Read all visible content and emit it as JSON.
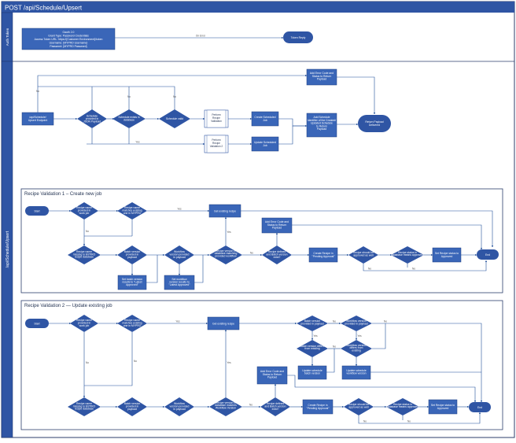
{
  "title": "POST /api/Schedule/Upsert",
  "lanes": {
    "auth": "Auth Token",
    "main": "/api/Schedule/Upsert"
  },
  "auth": {
    "request_lines": [
      "Oauth 2.0",
      "Grant Type: Password Credentials",
      "Access Token URL: https://{Customer Environment}/token",
      "Username: {MYPRO Username}",
      "Password: {MYPRO Password}"
    ],
    "on_label": "On Error",
    "token_reply": "Token Reply"
  },
  "upsert": {
    "start": "/api/Schedule/Upsert Endpoint",
    "d1": "Schedule provided in JSON Payload",
    "d2": "Schedule exists in database",
    "d3": "Schedule valid",
    "recipe_a": "Perform Recipe Validation",
    "recipe_b": "Perform Recipe Validation",
    "create": "Create Scheduled Job",
    "update": "Update Scheduled Job",
    "add_err": "Add Error Code and Status to Return Payload",
    "add_id": "Add Schedule Identifier of the Created/Updated Schedule to Return Payload",
    "ret": "Return Payload Delivered",
    "yes": "Yes",
    "no": "No"
  },
  "rv1": {
    "title": "Recipe Validation 1 – Create new job",
    "start": "Start",
    "d_provided": "Recipe name provided in work job",
    "d_match": "Recipe name matches existing one in MYPRO",
    "d_missing": "Recipe name missing in MYPRO recipe database",
    "d_found": "Batch number provided in payload",
    "d_wf_provided": "Workflow version provided in payload",
    "d_wf_exists": "Recipe version in database matching provided workflow",
    "set_latest": "Set batch version result to \"Latest Approved\"",
    "set_wf_latest": "Set workflow version result to \"Latest Approved\"",
    "use_existing": "Get existing recipe",
    "add_err": "Add Error Code and Status to Return Payload",
    "d_ok": "Recipe created and Batch version exist?",
    "create_pending": "Create Recipe in \"Pending Approval\"",
    "d_approve": "Recipe should be approved as well",
    "d_status": "Recipe status in database means approved",
    "set_approved": "Set Recipe status to Approved",
    "end": "End",
    "yes": "Yes",
    "no": "No"
  },
  "rv2": {
    "title": "Recipe Validation 2 — Update existing job",
    "start": "Start",
    "d_provided": "Recipe name provided in work job",
    "d_match": "Recipe name matches existing one in MYPRO",
    "get_existing": "Get existing recipe",
    "d_batch": "Batch number provided in payload",
    "d_wf": "Workflow version provided in payload",
    "d_batch_diff": "Batch version differs from existing",
    "d_wf_diff": "Workflow version differs from existing",
    "upd_batch": "Update schedule batch version",
    "upd_wf": "Update schedule workflow version",
    "d_missing": "Recipe name missing in MYPRO recipe database",
    "d_batch2": "Batch version provided in payload",
    "d_wf2": "Workflow version provided in payload",
    "d_exists": "Recipe version in database matches Workflow Version",
    "add_err": "Add Error Code and Status to Return Payload",
    "d_ok": "Recipe created and Batch version exist?",
    "create_pending": "Create Recipe in \"Pending Approval\"",
    "d_approve": "Recipe should be approved as well",
    "d_status": "Recipe status in database means approved",
    "set_approved": "Set Recipe status to Approved",
    "end": "End",
    "yes": "Yes",
    "no": "No"
  }
}
